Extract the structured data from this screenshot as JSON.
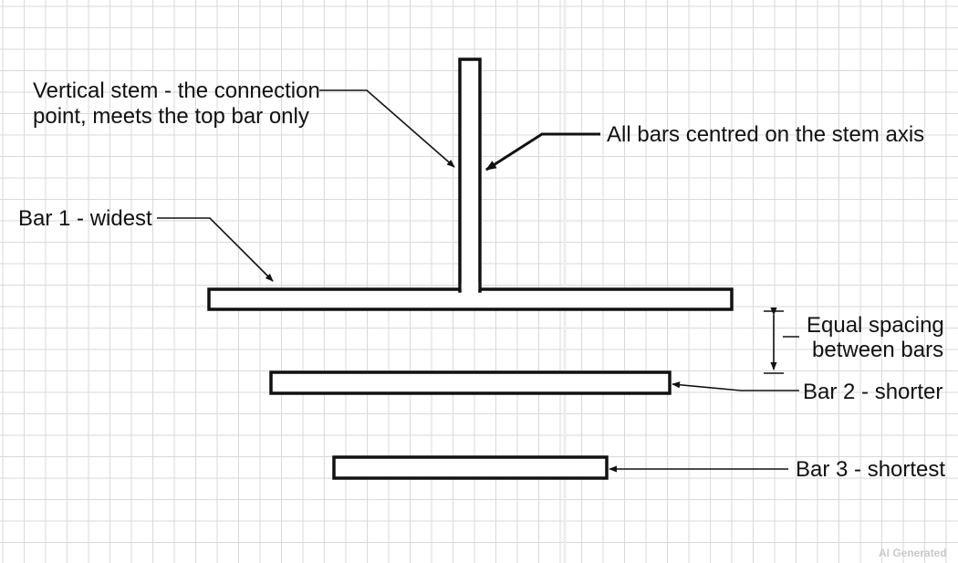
{
  "labels": {
    "stem": [
      "Vertical stem - the connection",
      "point, meets the top bar only"
    ],
    "axis": "All bars centred on the stem axis",
    "bar1": "Bar 1 - widest",
    "spacing": [
      "Equal spacing",
      "between bars"
    ],
    "bar2": "Bar 2 - shorter",
    "bar3": "Bar 3 - shortest"
  },
  "watermark": "AI Generated",
  "colors": {
    "line": "#111111",
    "grid": "#d9d9d9",
    "background": "#ffffff"
  }
}
